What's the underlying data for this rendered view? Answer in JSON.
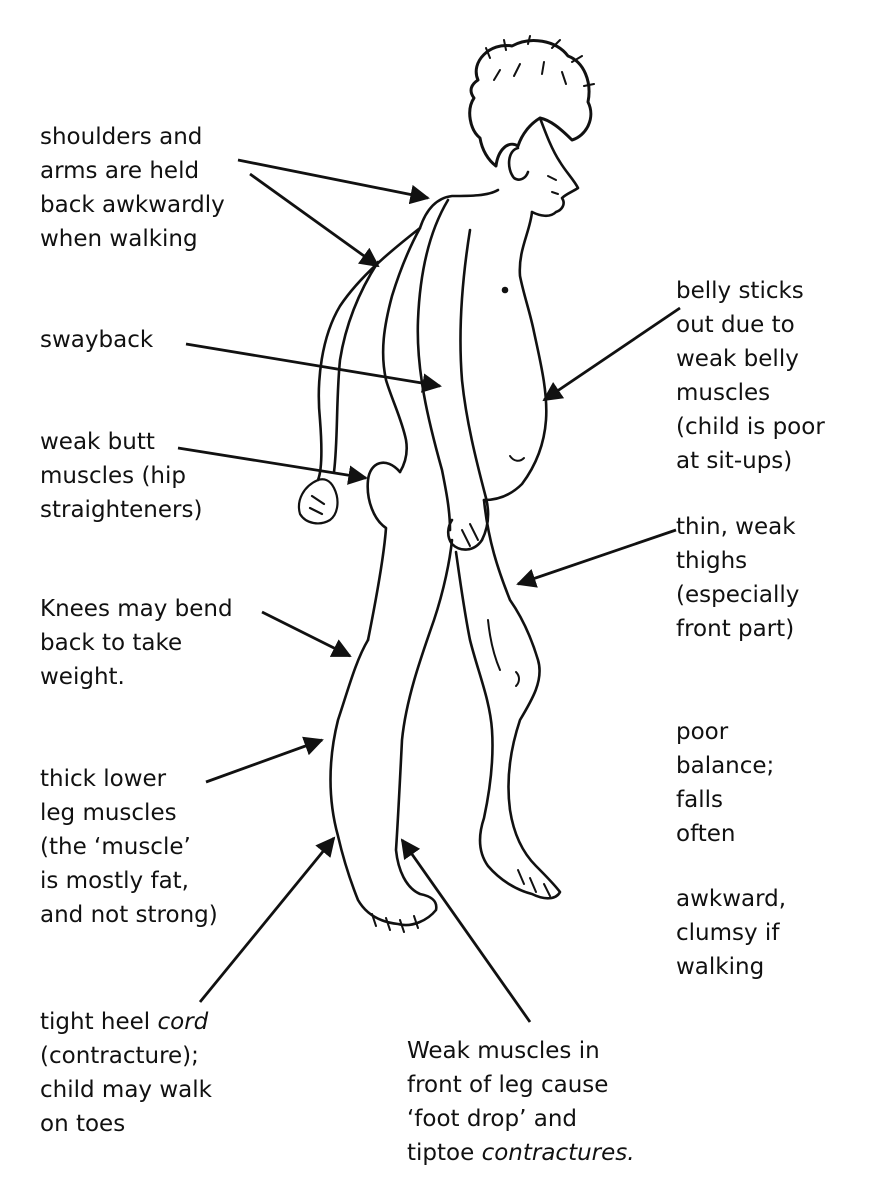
{
  "labels": {
    "shoulders": [
      "shoulders and",
      "arms are held",
      "back awkwardly",
      "when walking"
    ],
    "swayback": [
      "swayback"
    ],
    "butt": [
      "weak butt",
      "muscles (hip",
      "straighteners)"
    ],
    "knees": [
      "Knees may bend",
      "back to take",
      "weight."
    ],
    "lower_leg": [
      "thick lower",
      "leg muscles",
      "(the ‘muscle’",
      "is mostly fat,",
      "and not strong)"
    ],
    "heel_cord": {
      "line1_pre": "tight heel ",
      "line1_em": "cord",
      "rest": [
        "(contracture);",
        "child may walk",
        "on toes"
      ]
    },
    "belly": [
      "belly sticks",
      "out due to",
      "weak belly",
      "muscles",
      "(child is poor",
      "at sit-ups)"
    ],
    "thighs": [
      "thin, weak",
      "thighs",
      "(especially",
      "front part)"
    ],
    "balance": [
      "poor",
      "balance;",
      "falls",
      "often"
    ],
    "clumsy": [
      "awkward,",
      "clumsy if",
      "walking"
    ],
    "foot_drop": {
      "lines": [
        "Weak muscles in",
        "front of leg cause",
        "‘foot drop’ and"
      ],
      "last_pre": "tiptoe ",
      "last_em": "contractures."
    }
  },
  "colors": {
    "ink": "#111111",
    "background": "#ffffff"
  }
}
